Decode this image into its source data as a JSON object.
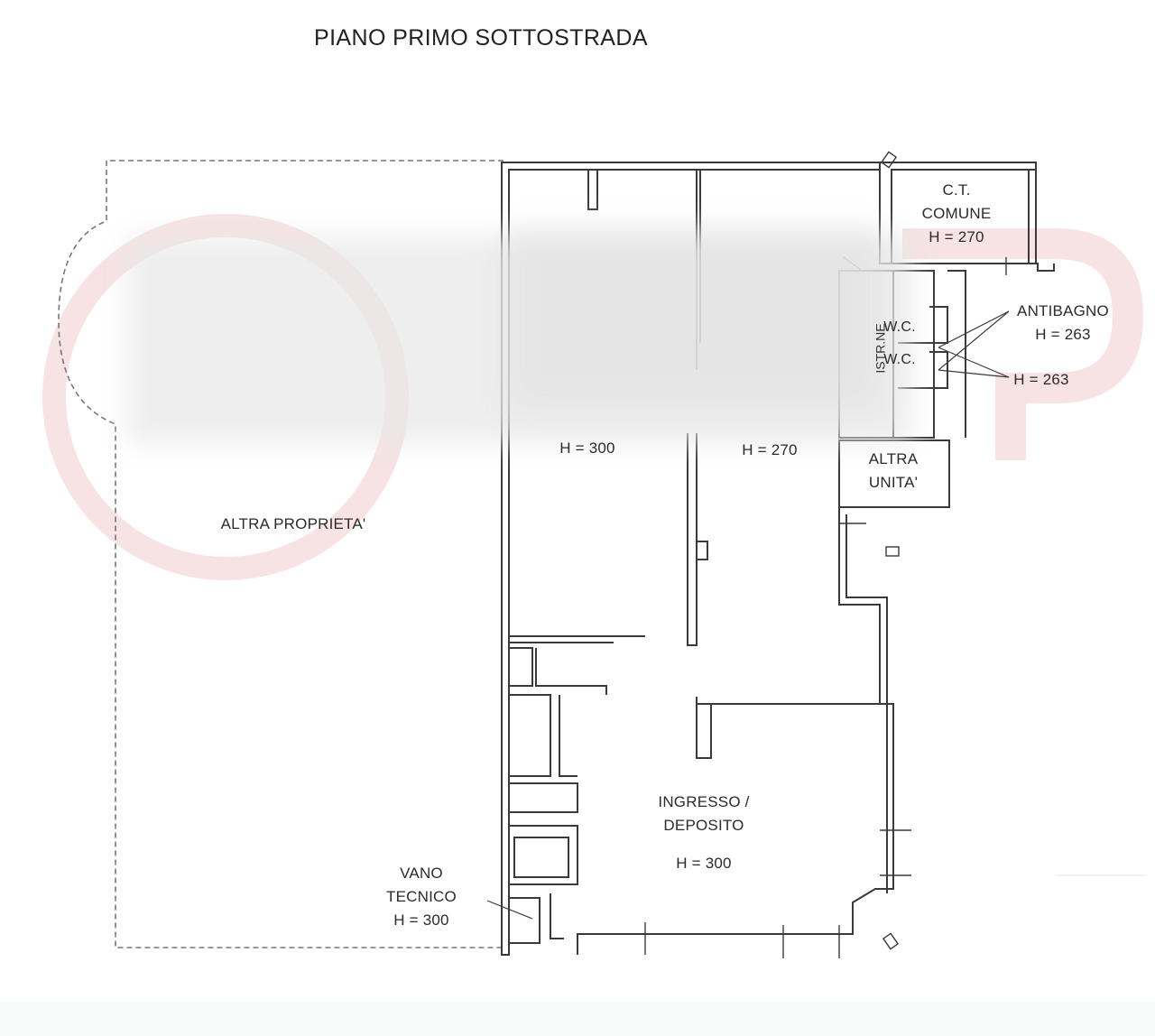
{
  "title": "PIANO PRIMO SOTTOSTRADA",
  "labels": {
    "ct_comune": [
      "C.T.",
      "COMUNE",
      "H = 270"
    ],
    "antibagno": [
      "ANTIBAGNO",
      "H = 263"
    ],
    "wc1": "W.C.",
    "wc2": "W.C.",
    "wc_h": "H = 263",
    "distr": "ISTR.NE",
    "room_left_h": "H = 300",
    "room_mid_h": "H = 270",
    "altra_unita": [
      "ALTRA",
      "UNITA'"
    ],
    "altra_proprieta": "ALTRA PROPRIETA'",
    "ingresso": [
      "INGRESSO /",
      "DEPOSITO",
      "H = 300"
    ],
    "vano_tecnico": [
      "VANO",
      "TECNICO",
      "H = 300"
    ]
  },
  "colors": {
    "wall": "#3a3a3a",
    "watermark": "#f3d3d3"
  }
}
